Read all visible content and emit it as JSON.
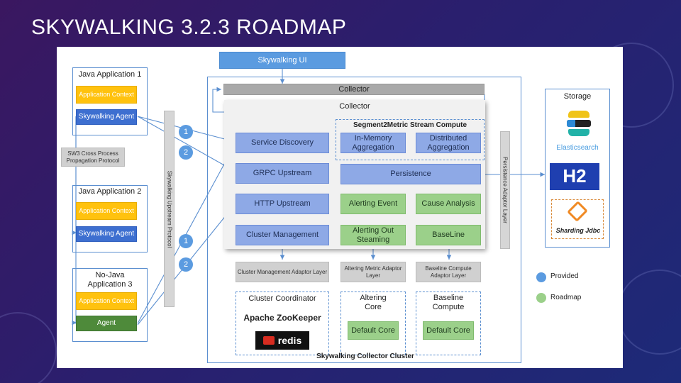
{
  "slide": {
    "title": "SKYWALKING 3.2.3 ROADMAP"
  },
  "top": {
    "ui_label": "Skywalking UI"
  },
  "apps": {
    "java1": {
      "title": "Java Application 1",
      "context": "Application Context",
      "agent": "Skywalking Agent"
    },
    "sw3": "SW3 Cross Process Propagation Protocol",
    "java2": {
      "title": "Java Application 2",
      "context": "Application Context",
      "agent": "Skywalking Agent"
    },
    "nojava": {
      "title": "No-Java Application 3",
      "context": "Application Context",
      "agent": "Agent"
    }
  },
  "upstream_protocol": "Skywalking Upstream Protocol",
  "markers": [
    "1",
    "2",
    "1",
    "2"
  ],
  "collector": {
    "bar_label": "Collector",
    "panel_title": "Collector",
    "left_boxes": [
      "Service Discovery",
      "GRPC Upstream",
      "HTTP  Upstream",
      "Cluster Management"
    ],
    "stream_title": "Segment2Metric Stream Compute",
    "stream_boxes": [
      "In-Memory Aggregation",
      "Distributed Aggregation"
    ],
    "persistence": "Persistence",
    "roadmap_boxes": [
      "Alerting Event",
      "Cause Analysis",
      "Alerting Out Steaming",
      "BaseLine"
    ]
  },
  "adaptors": [
    "Cluster Management Adaptor Layer",
    "Altering Metric Adaptor Layer",
    "Baseline Compute Adaptor Layer"
  ],
  "lower": {
    "coordinator_title": "Cluster Coordinator",
    "zookeeper": "Apache ZooKeeper",
    "redis": "redis",
    "altering_title": "Altering Core",
    "altering_default": "Default Core",
    "baseline_title": "Baseline Compute",
    "baseline_default": "Default Core"
  },
  "cluster_label": "Skywalking Collector Cluster",
  "persistence_adaptor": "Persistence Adaptor Layer",
  "storage": {
    "title": "Storage",
    "elasticsearch": "Elasticsearch",
    "h2": "H2",
    "sharding": "Sharding Jdbc"
  },
  "legend": {
    "provided": "Provided",
    "roadmap": "Roadmap"
  },
  "colors": {
    "provided": "#5b9be0",
    "roadmap": "#9bd08a",
    "line": "#5b8fd0",
    "elastic_yellow": "#f0c419",
    "elastic_teal": "#22b2a8",
    "elastic_blue": "#2c8ad6",
    "h2_blue": "#1f3fb0",
    "sharding_orange": "#f08a24"
  }
}
